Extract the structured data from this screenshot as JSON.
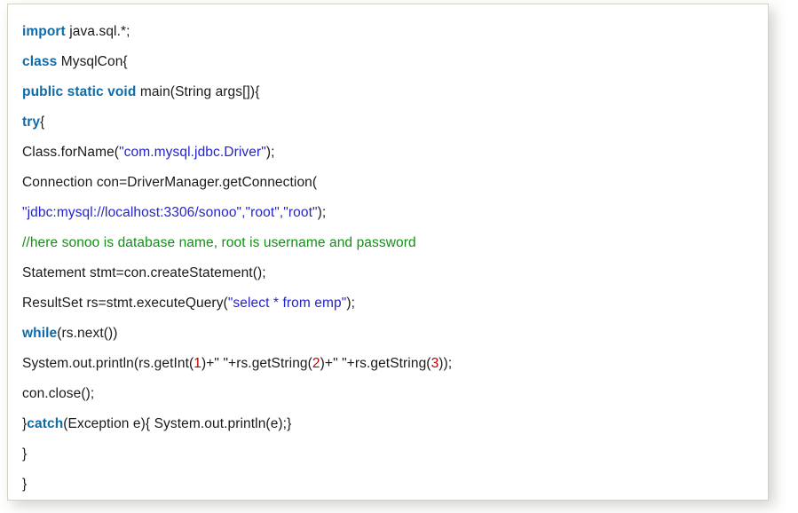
{
  "card": {
    "language": "java",
    "border_color": "#d5d2bf",
    "background_color": "#ffffff"
  },
  "theme": {
    "keyword_color": "#0e6ba8",
    "string_color": "#2424cf",
    "comment_color": "#0f9113",
    "number_color": "#c00000",
    "plain_color": "#1a1a1a"
  },
  "code": {
    "lines": [
      {
        "id": "line-1",
        "tokens": [
          {
            "type": "keyword",
            "text": "import"
          },
          {
            "type": "plain",
            "text": " java.sql.*;"
          }
        ]
      },
      {
        "id": "line-2",
        "tokens": [
          {
            "type": "keyword",
            "text": "class"
          },
          {
            "type": "plain",
            "text": " MysqlCon{"
          }
        ]
      },
      {
        "id": "line-3",
        "tokens": [
          {
            "type": "keyword",
            "text": "public static void"
          },
          {
            "type": "plain",
            "text": " main(String args[]){"
          }
        ]
      },
      {
        "id": "line-4",
        "tokens": [
          {
            "type": "keyword",
            "text": "try"
          },
          {
            "type": "plain",
            "text": "{"
          }
        ]
      },
      {
        "id": "line-5",
        "tokens": [
          {
            "type": "plain",
            "text": "Class.forName("
          },
          {
            "type": "string",
            "text": "\"com.mysql.jdbc.Driver\""
          },
          {
            "type": "plain",
            "text": ");"
          }
        ]
      },
      {
        "id": "line-6",
        "tokens": [
          {
            "type": "plain",
            "text": "Connection con=DriverManager.getConnection("
          }
        ]
      },
      {
        "id": "line-7",
        "tokens": [
          {
            "type": "string",
            "text": "\"jdbc:mysql://localhost:3306/sonoo\",\"root\",\"root\""
          },
          {
            "type": "plain",
            "text": ");"
          }
        ]
      },
      {
        "id": "line-8",
        "tokens": [
          {
            "type": "comment",
            "text": "//here sonoo is database name, root is username and password"
          }
        ]
      },
      {
        "id": "line-9",
        "tokens": [
          {
            "type": "plain",
            "text": "Statement stmt=con.createStatement();"
          }
        ]
      },
      {
        "id": "line-10",
        "tokens": [
          {
            "type": "plain",
            "text": "ResultSet rs=stmt.executeQuery("
          },
          {
            "type": "string",
            "text": "\"select * from emp\""
          },
          {
            "type": "plain",
            "text": ");"
          }
        ]
      },
      {
        "id": "line-11",
        "tokens": [
          {
            "type": "keyword",
            "text": "while"
          },
          {
            "type": "plain",
            "text": "(rs.next())"
          }
        ]
      },
      {
        "id": "line-12",
        "tokens": [
          {
            "type": "plain",
            "text": "System.out.println(rs.getInt("
          },
          {
            "type": "number",
            "text": "1"
          },
          {
            "type": "plain",
            "text": ")+\" \"+rs.getString("
          },
          {
            "type": "number",
            "text": "2"
          },
          {
            "type": "plain",
            "text": ")+\" \"+rs.getString("
          },
          {
            "type": "number",
            "text": "3"
          },
          {
            "type": "plain",
            "text": "));"
          }
        ]
      },
      {
        "id": "line-13",
        "tokens": [
          {
            "type": "plain",
            "text": "con.close();"
          }
        ]
      },
      {
        "id": "line-14",
        "tokens": [
          {
            "type": "plain",
            "text": "}"
          },
          {
            "type": "keyword",
            "text": "catch"
          },
          {
            "type": "plain",
            "text": "(Exception e){ System.out.println(e);}"
          }
        ]
      },
      {
        "id": "line-15",
        "tokens": [
          {
            "type": "plain",
            "text": "}"
          }
        ]
      },
      {
        "id": "line-16",
        "tokens": [
          {
            "type": "plain",
            "text": "}"
          }
        ]
      }
    ]
  }
}
